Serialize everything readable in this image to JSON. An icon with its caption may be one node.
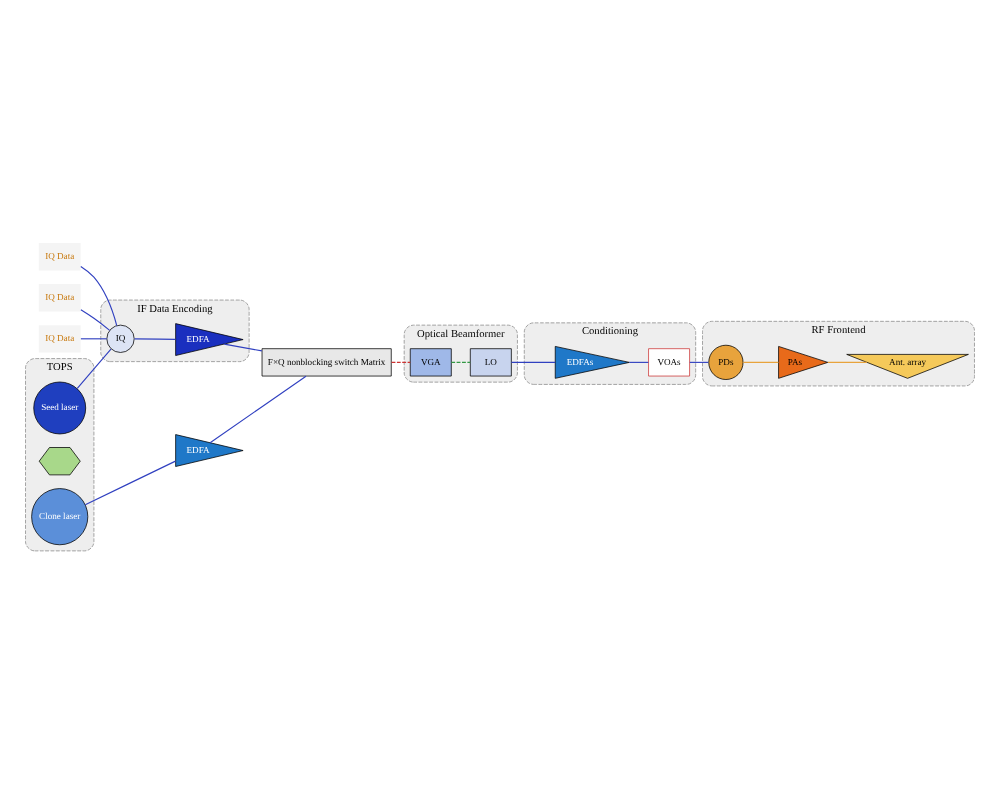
{
  "diagram": {
    "nodes": [
      {
        "text": [
          "TOPS"
        ]
      },
      {
        "text": [
          "Seed laser"
        ],
        "in": 0
      },
      {
        "text": [],
        "shape": "hexagon",
        "in": 0
      },
      {
        "text": [
          "Clone laser"
        ],
        "in": 0
      },
      {
        "text": [
          "IF Data Encoding"
        ]
      },
      {
        "text": [
          "IQ"
        ],
        "in": 4
      },
      {
        "text": [
          "EDFA"
        ],
        "in": 4
      },
      {
        "text": [
          "EDFA"
        ]
      },
      {
        "text": [
          "F×Q nonblocking switch Matrix"
        ]
      },
      {
        "text": [
          "Optical Beamformer"
        ]
      },
      {
        "text": [
          "VGA"
        ],
        "in": 9
      },
      {
        "text": [
          "LO"
        ],
        "in": 9
      },
      {
        "text": [
          "Conditioning"
        ]
      },
      {
        "text": [
          "EDFAs"
        ],
        "in": 12
      },
      {
        "text": [
          "VOAs"
        ],
        "in": 12
      },
      {
        "text": [
          "RF Frontend"
        ]
      },
      {
        "text": [
          "PDs"
        ],
        "in": 15
      },
      {
        "text": [
          "PAs"
        ],
        "in": 15
      },
      {
        "text": [
          "Ant. array"
        ],
        "in": 15
      },
      {
        "text": [
          "IQ Data"
        ]
      },
      {
        "text": [
          "IQ Data"
        ]
      },
      {
        "text": [
          "IQ Data"
        ]
      }
    ],
    "edges": [
      {
        "from": 1,
        "to": 5,
        "arrow": "none"
      },
      {
        "from": 19,
        "to": 5,
        "arrow": "none"
      },
      {
        "from": 20,
        "to": 5,
        "arrow": "none"
      },
      {
        "from": 21,
        "to": 5,
        "arrow": "none"
      },
      {
        "from": 5,
        "to": 6,
        "arrow": "none"
      },
      {
        "from": 6,
        "to": 8,
        "arrow": "none"
      },
      {
        "from": 3,
        "to": 7,
        "arrow": "none"
      },
      {
        "from": 7,
        "to": 8,
        "arrow": "none"
      },
      {
        "from": 8,
        "to": 10,
        "arrow": "none",
        "style": "dashed",
        "color": "#cc3333"
      },
      {
        "from": 10,
        "to": 11,
        "arrow": "none",
        "style": "dashed",
        "color": "#339944"
      },
      {
        "from": 11,
        "to": 13,
        "arrow": "none"
      },
      {
        "from": 13,
        "to": 14,
        "arrow": "none"
      },
      {
        "from": 14,
        "to": 16,
        "arrow": "none"
      },
      {
        "from": 16,
        "to": 17,
        "arrow": "none",
        "color": "#e8a33c"
      },
      {
        "from": 17,
        "to": 18,
        "arrow": "none",
        "color": "#e8a33c"
      }
    ]
  }
}
